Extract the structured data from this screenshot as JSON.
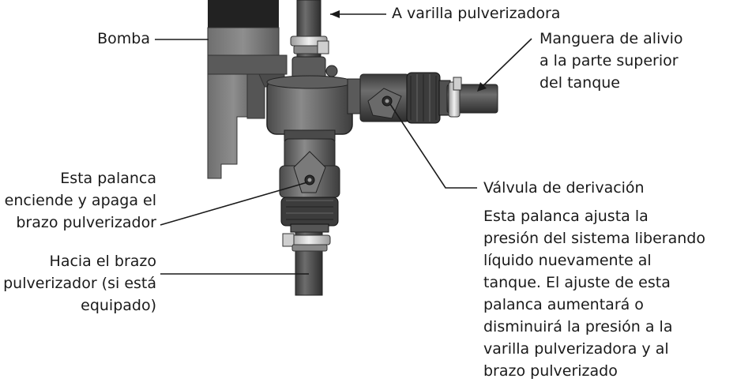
{
  "labels": {
    "pump": "Bomba",
    "spray_wand": "A varilla pulverizadora",
    "relief_hose": [
      "Manguera de alivio",
      "a la parte superior",
      "del tanque"
    ],
    "lever_boom": [
      "Esta palanca",
      "enciende y apaga el",
      "brazo pulverizador"
    ],
    "to_boom": [
      "Hacia el brazo",
      "pulverizador (si está",
      "equipado)"
    ],
    "bypass_valve": "Válvula de derivación",
    "bypass_desc": [
      "Esta palanca ajusta la",
      "presión del sistema liberando",
      "líquido nuevamente al",
      "tanque. El ajuste de esta",
      "palanca aumentará o",
      "disminuirá la presión a la",
      "varilla pulverizadora y al",
      "brazo pulverizado"
    ]
  }
}
